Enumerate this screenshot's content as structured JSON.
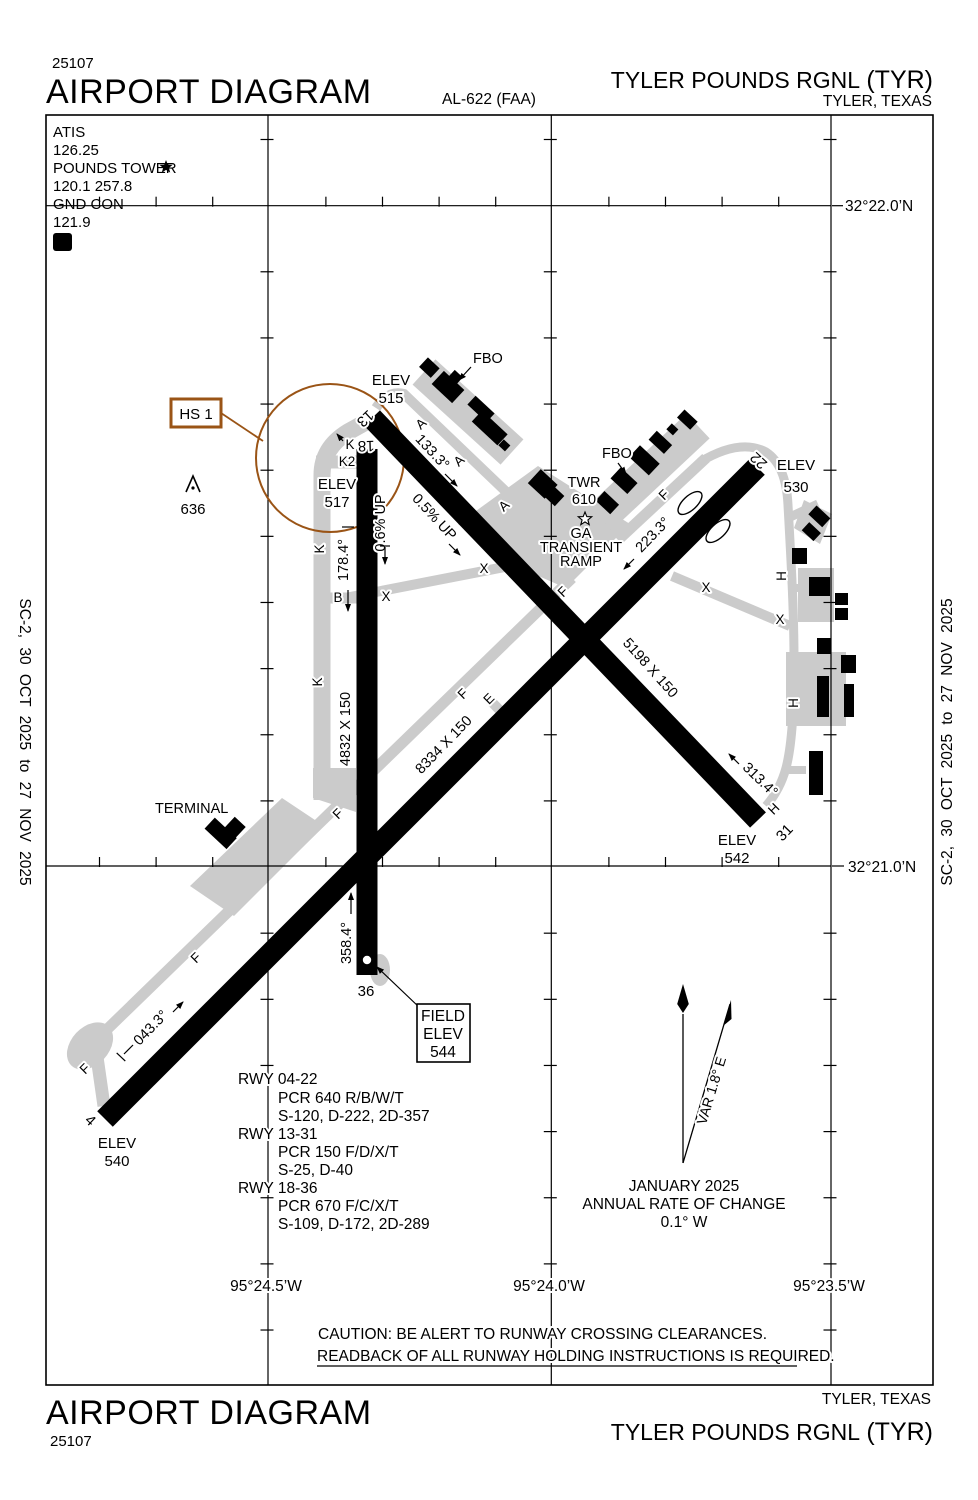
{
  "header": {
    "plate_num": "25107",
    "title": "AIRPORT DIAGRAM",
    "al": "AL-622 (FAA)",
    "name": "TYLER POUNDS RGNL",
    "code": "(TYR)",
    "city": "TYLER, TEXAS"
  },
  "footer": {
    "title": "AIRPORT DIAGRAM",
    "plate_num": "25107",
    "city": "TYLER, TEXAS",
    "name": "TYLER POUNDS RGNL",
    "code": "(TYR)"
  },
  "edge": {
    "left": "SC-2, 30 OCT 2025 to 27 NOV 2025",
    "right": "SC-2, 30 OCT 2025 to 27 NOV 2025"
  },
  "freq": {
    "atis_label": "ATIS",
    "atis": "126.25",
    "twr_label": "POUNDS TOWER",
    "twr": "120.1 257.8",
    "gnd_label": "GND CON",
    "gnd": "121.9",
    "hold_symbol": "D"
  },
  "grid": {
    "lat1": "32°22.0’N",
    "lat2": "32°21.0’N",
    "lon1": "95°24.5’W",
    "lon2": "95°24.0’W",
    "lon3": "95°23.5’W"
  },
  "field_elev": {
    "l1": "FIELD",
    "l2": "ELEV",
    "l3": "544"
  },
  "hotspot": {
    "label": "HS 1"
  },
  "obstacle": {
    "elev": "636"
  },
  "north": {
    "var_label": "VAR 1.8° E",
    "date": "JANUARY 2025",
    "rate1": "ANNUAL RATE OF CHANGE",
    "rate2": "0.1° W"
  },
  "caution": {
    "line1": "CAUTION: BE ALERT TO RUNWAY CROSSING CLEARANCES.",
    "line2": "READBACK OF ALL RUNWAY HOLDING INSTRUCTIONS IS REQUIRED."
  },
  "rwy_data": {
    "l1": "RWY 04-22",
    "l2": "PCR 640 R/B/W/T",
    "l3": "S-120, D-222, 2D-357",
    "l4": "RWY 13-31",
    "l5": "PCR 150 F/D/X/T",
    "l6": "S-25, D-40",
    "l7": "RWY 18-36",
    "l8": "PCR 670 F/C/X/T",
    "l9": "S-109, D-172, 2D-289"
  },
  "runways": {
    "r18_36": {
      "end_a": "18",
      "end_b": "36",
      "dims": "4832 X 150",
      "hdg_a": "178.4°",
      "hdg_b": "358.4°",
      "grade": "0.6% UP"
    },
    "r13_31": {
      "end_a": "13",
      "end_b": "31",
      "dims": "5198 X 150",
      "hdg_a": "133.3°",
      "hdg_b": "313.4°",
      "grade": "0.5% UP"
    },
    "r04_22": {
      "end_a": "4",
      "end_b": "22",
      "dims": "8334 X 150",
      "hdg_a": "043.3°",
      "hdg_b": "223.3°"
    }
  },
  "elev": {
    "r13": "515",
    "r18": "517",
    "r22": "530",
    "r31": "542",
    "r04": "540",
    "label": "ELEV"
  },
  "places": {
    "terminal": "TERMINAL",
    "twr1": "TWR",
    "twr2": "610",
    "ga1": "GA",
    "ga2": "TRANSIENT",
    "ga3": "RAMP",
    "fbo": "FBO"
  },
  "tw": {
    "a": "A",
    "b": "B",
    "e": "E",
    "f": "F",
    "h": "H",
    "k": "K",
    "k2": "K2",
    "x": "X"
  },
  "colors": {
    "hotspot_brown": "#9a5416",
    "taxiway_gray": "#cbcbcb",
    "ink": "#000000"
  }
}
